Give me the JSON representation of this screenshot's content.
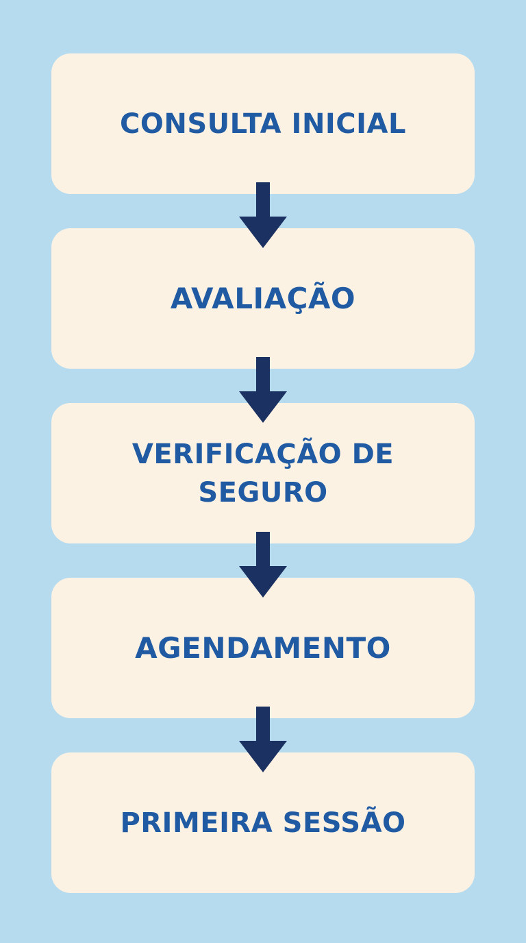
{
  "diagram": {
    "background_color": "#b7dbee",
    "box_color": "#fbf2e3",
    "text_color": "#1f5aa3",
    "arrow_color": "#1b3161",
    "steps": [
      {
        "label": "CONSULTA INICIAL"
      },
      {
        "label": "AVALIAÇÃO"
      },
      {
        "label": "VERIFICAÇÃO DE SEGURO"
      },
      {
        "label": "AGENDAMENTO"
      },
      {
        "label": "PRIMEIRA SESSÃO"
      }
    ],
    "connectors": [
      {
        "from": "CONSULTA INICIAL",
        "to": "AVALIAÇÃO",
        "icon": "down-arrow-icon"
      },
      {
        "from": "AVALIAÇÃO",
        "to": "VERIFICAÇÃO DE SEGURO",
        "icon": "down-arrow-icon"
      },
      {
        "from": "VERIFICAÇÃO DE SEGURO",
        "to": "AGENDAMENTO",
        "icon": "down-arrow-icon"
      },
      {
        "from": "AGENDAMENTO",
        "to": "PRIMEIRA SESSÃO",
        "icon": "down-arrow-icon"
      }
    ]
  }
}
